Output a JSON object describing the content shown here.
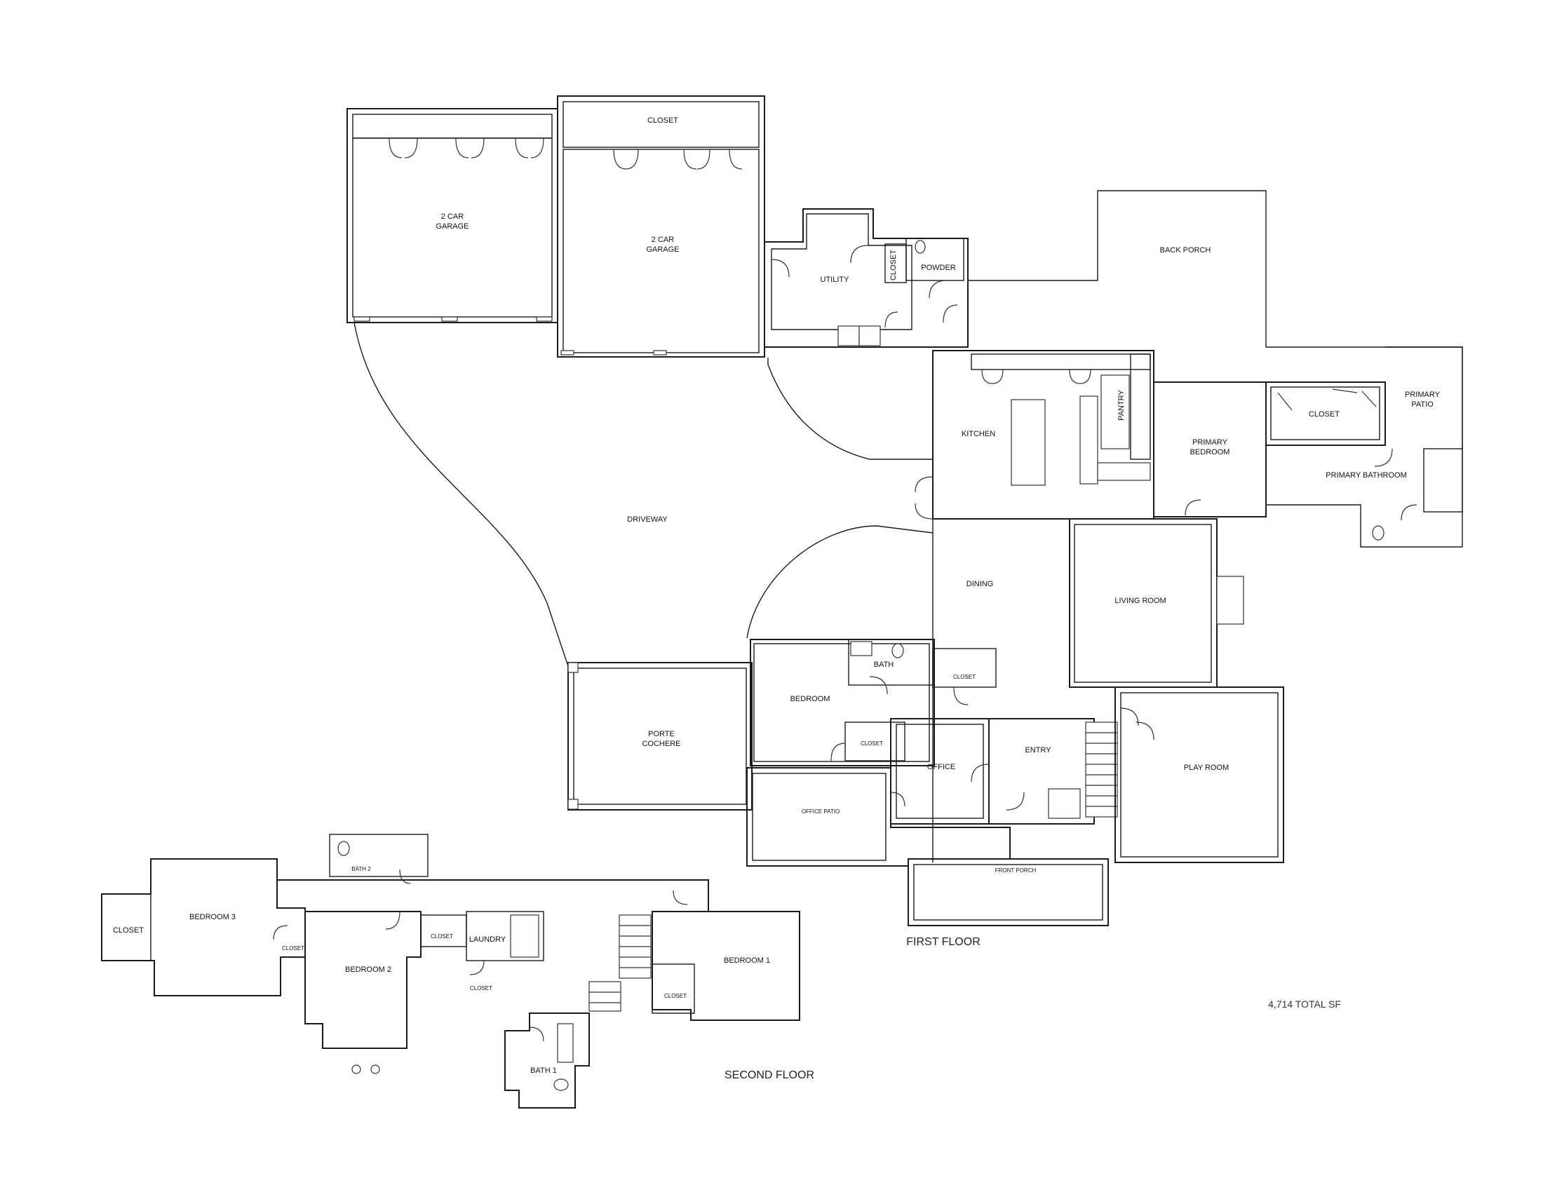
{
  "floors": {
    "first": "FIRST FLOOR",
    "second": "SECOND FLOOR"
  },
  "total_sf": "4,714 TOTAL SF",
  "rooms": {
    "garage_left": [
      "2 CAR",
      "GARAGE"
    ],
    "garage_right": [
      "2 CAR",
      "GARAGE"
    ],
    "garage_closet": "CLOSET",
    "utility": "UTILITY",
    "utility_closet": "CLOSET",
    "powder": "POWDER",
    "back_porch": "BACK PORCH",
    "kitchen": "KITCHEN",
    "pantry": "PANTRY",
    "primary_bedroom": [
      "PRIMARY",
      "BEDROOM"
    ],
    "primary_closet": "CLOSET",
    "primary_patio": [
      "PRIMARY",
      "PATIO"
    ],
    "primary_bathroom": "PRIMARY BATHROOM",
    "driveway": "DRIVEWAY",
    "dining": "DINING",
    "living_room": "LIVING ROOM",
    "bath": "BATH",
    "closet_hall": "CLOSET",
    "bedroom": "BEDROOM",
    "bedroom_closet": "CLOSET",
    "porte_cochere": [
      "PORTE",
      "COCHERE"
    ],
    "office": "OFFICE",
    "entry": "ENTRY",
    "play_room": "PLAY ROOM",
    "office_patio": "OFFICE PATIO",
    "front_porch": "FRONT PORCH",
    "bath_2": "BATH 2",
    "bedroom_3": "BEDROOM 3",
    "closet_b3": "CLOSET",
    "closet_small": "CLOSET",
    "bedroom_2": "BEDROOM 2",
    "closet_b2": "CLOSET",
    "laundry": "LAUNDRY",
    "closet_laundry": "CLOSET",
    "bedroom_1": "BEDROOM 1",
    "closet_b1": "CLOSET",
    "bath_1": "BATH 1"
  }
}
